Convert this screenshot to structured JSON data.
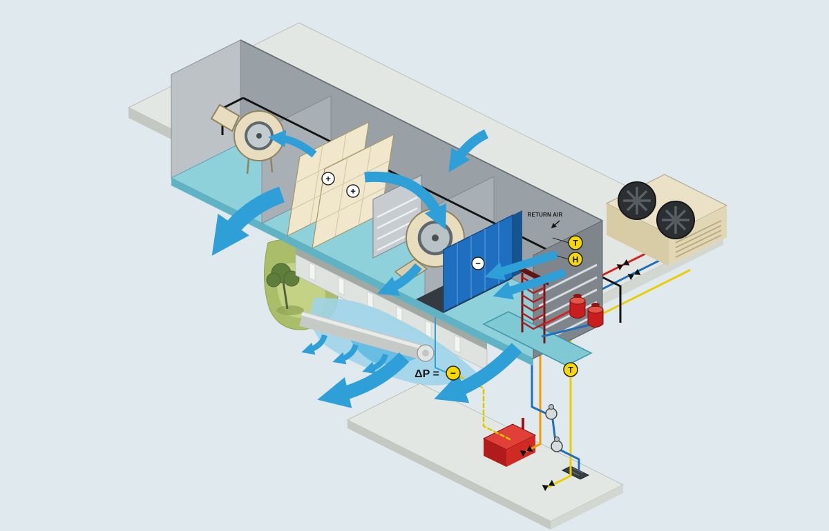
{
  "meta": {
    "title": "Air handling / HVAC plant — isometric cutaway schematic",
    "type": "technical-illustration"
  },
  "colors": {
    "background": "#dfe9ee",
    "airflow_blue": "#2f9fd8",
    "coil_blue": "#1f6fc0",
    "equipment_tan": "#e8debf",
    "alarm_red": "#c81e1e",
    "signal_yellow": "#f2d800",
    "pipe_orange": "#f09c00",
    "grass_green": "#aabd68",
    "slab_gray": "#e3e7e3",
    "wall_gray": "#99a1a6"
  },
  "labels": {
    "return_air": "RETURN AIR",
    "dp_prefix": "ΔP =",
    "dp_sensor": "−",
    "sensor_return_temp": "T",
    "sensor_return_humidity": "H",
    "sensor_water_temp": "T",
    "filter_stage_1": "+",
    "filter_stage_2": "+",
    "cooling_coil": "−"
  },
  "components": [
    "roof-deck",
    "air-handling-unit",
    "exhaust-fan",
    "filter-bank",
    "mixing-damper",
    "supply-fan",
    "cooling-coil",
    "return-air-plenum",
    "air-cooled-condenser",
    "chilled-water-pumps",
    "plate-heat-exchanger",
    "supply-air-duct",
    "occupied-space",
    "boiler",
    "riser-pipes",
    "floor-grille"
  ]
}
